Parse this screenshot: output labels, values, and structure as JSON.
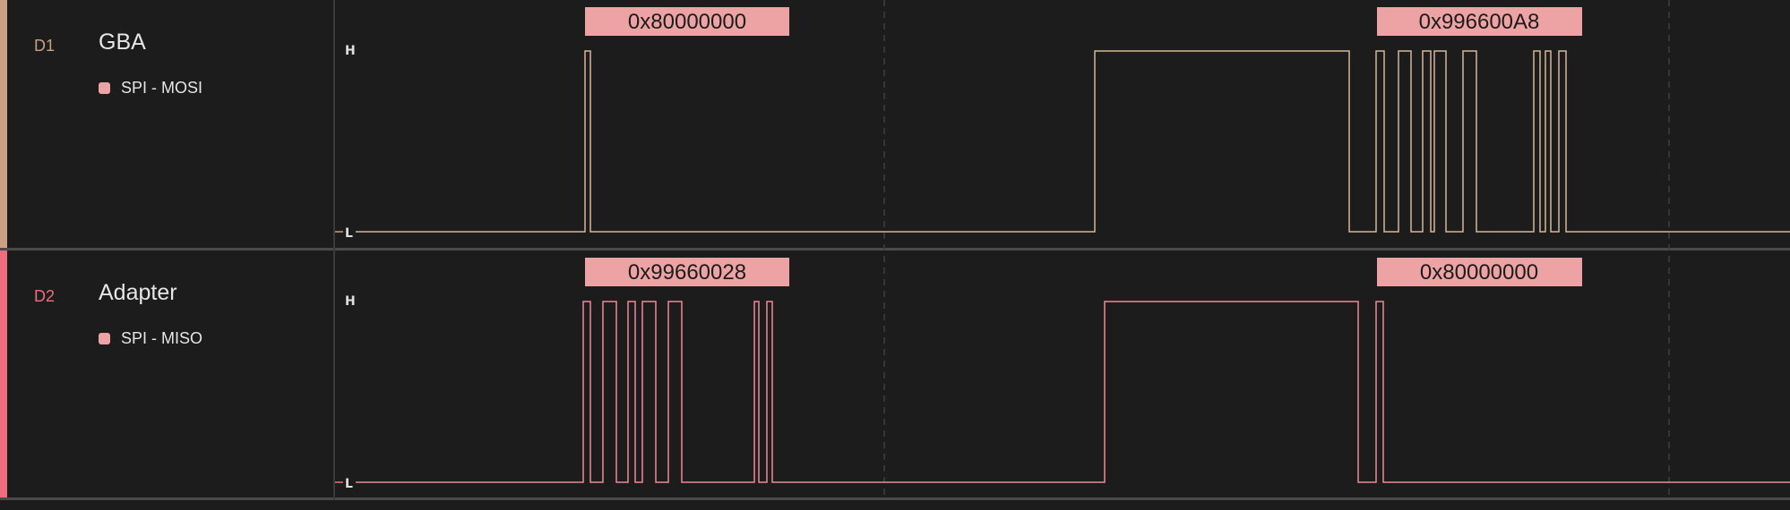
{
  "colors": {
    "background": "#1c1c1c",
    "d1_accent": "#c9a182",
    "d2_accent": "#f06d7d",
    "decode_box": "#eda3a3"
  },
  "channels": [
    {
      "id": "D1",
      "name": "GBA",
      "analyzer_label": "SPI - MOSI",
      "high_label": "H",
      "low_label": "L",
      "decoded": [
        "0x80000000",
        "0x996600A8"
      ]
    },
    {
      "id": "D2",
      "name": "Adapter",
      "analyzer_label": "SPI - MISO",
      "high_label": "H",
      "low_label": "L",
      "decoded": [
        "0x99660028",
        "0x80000000"
      ]
    }
  ]
}
